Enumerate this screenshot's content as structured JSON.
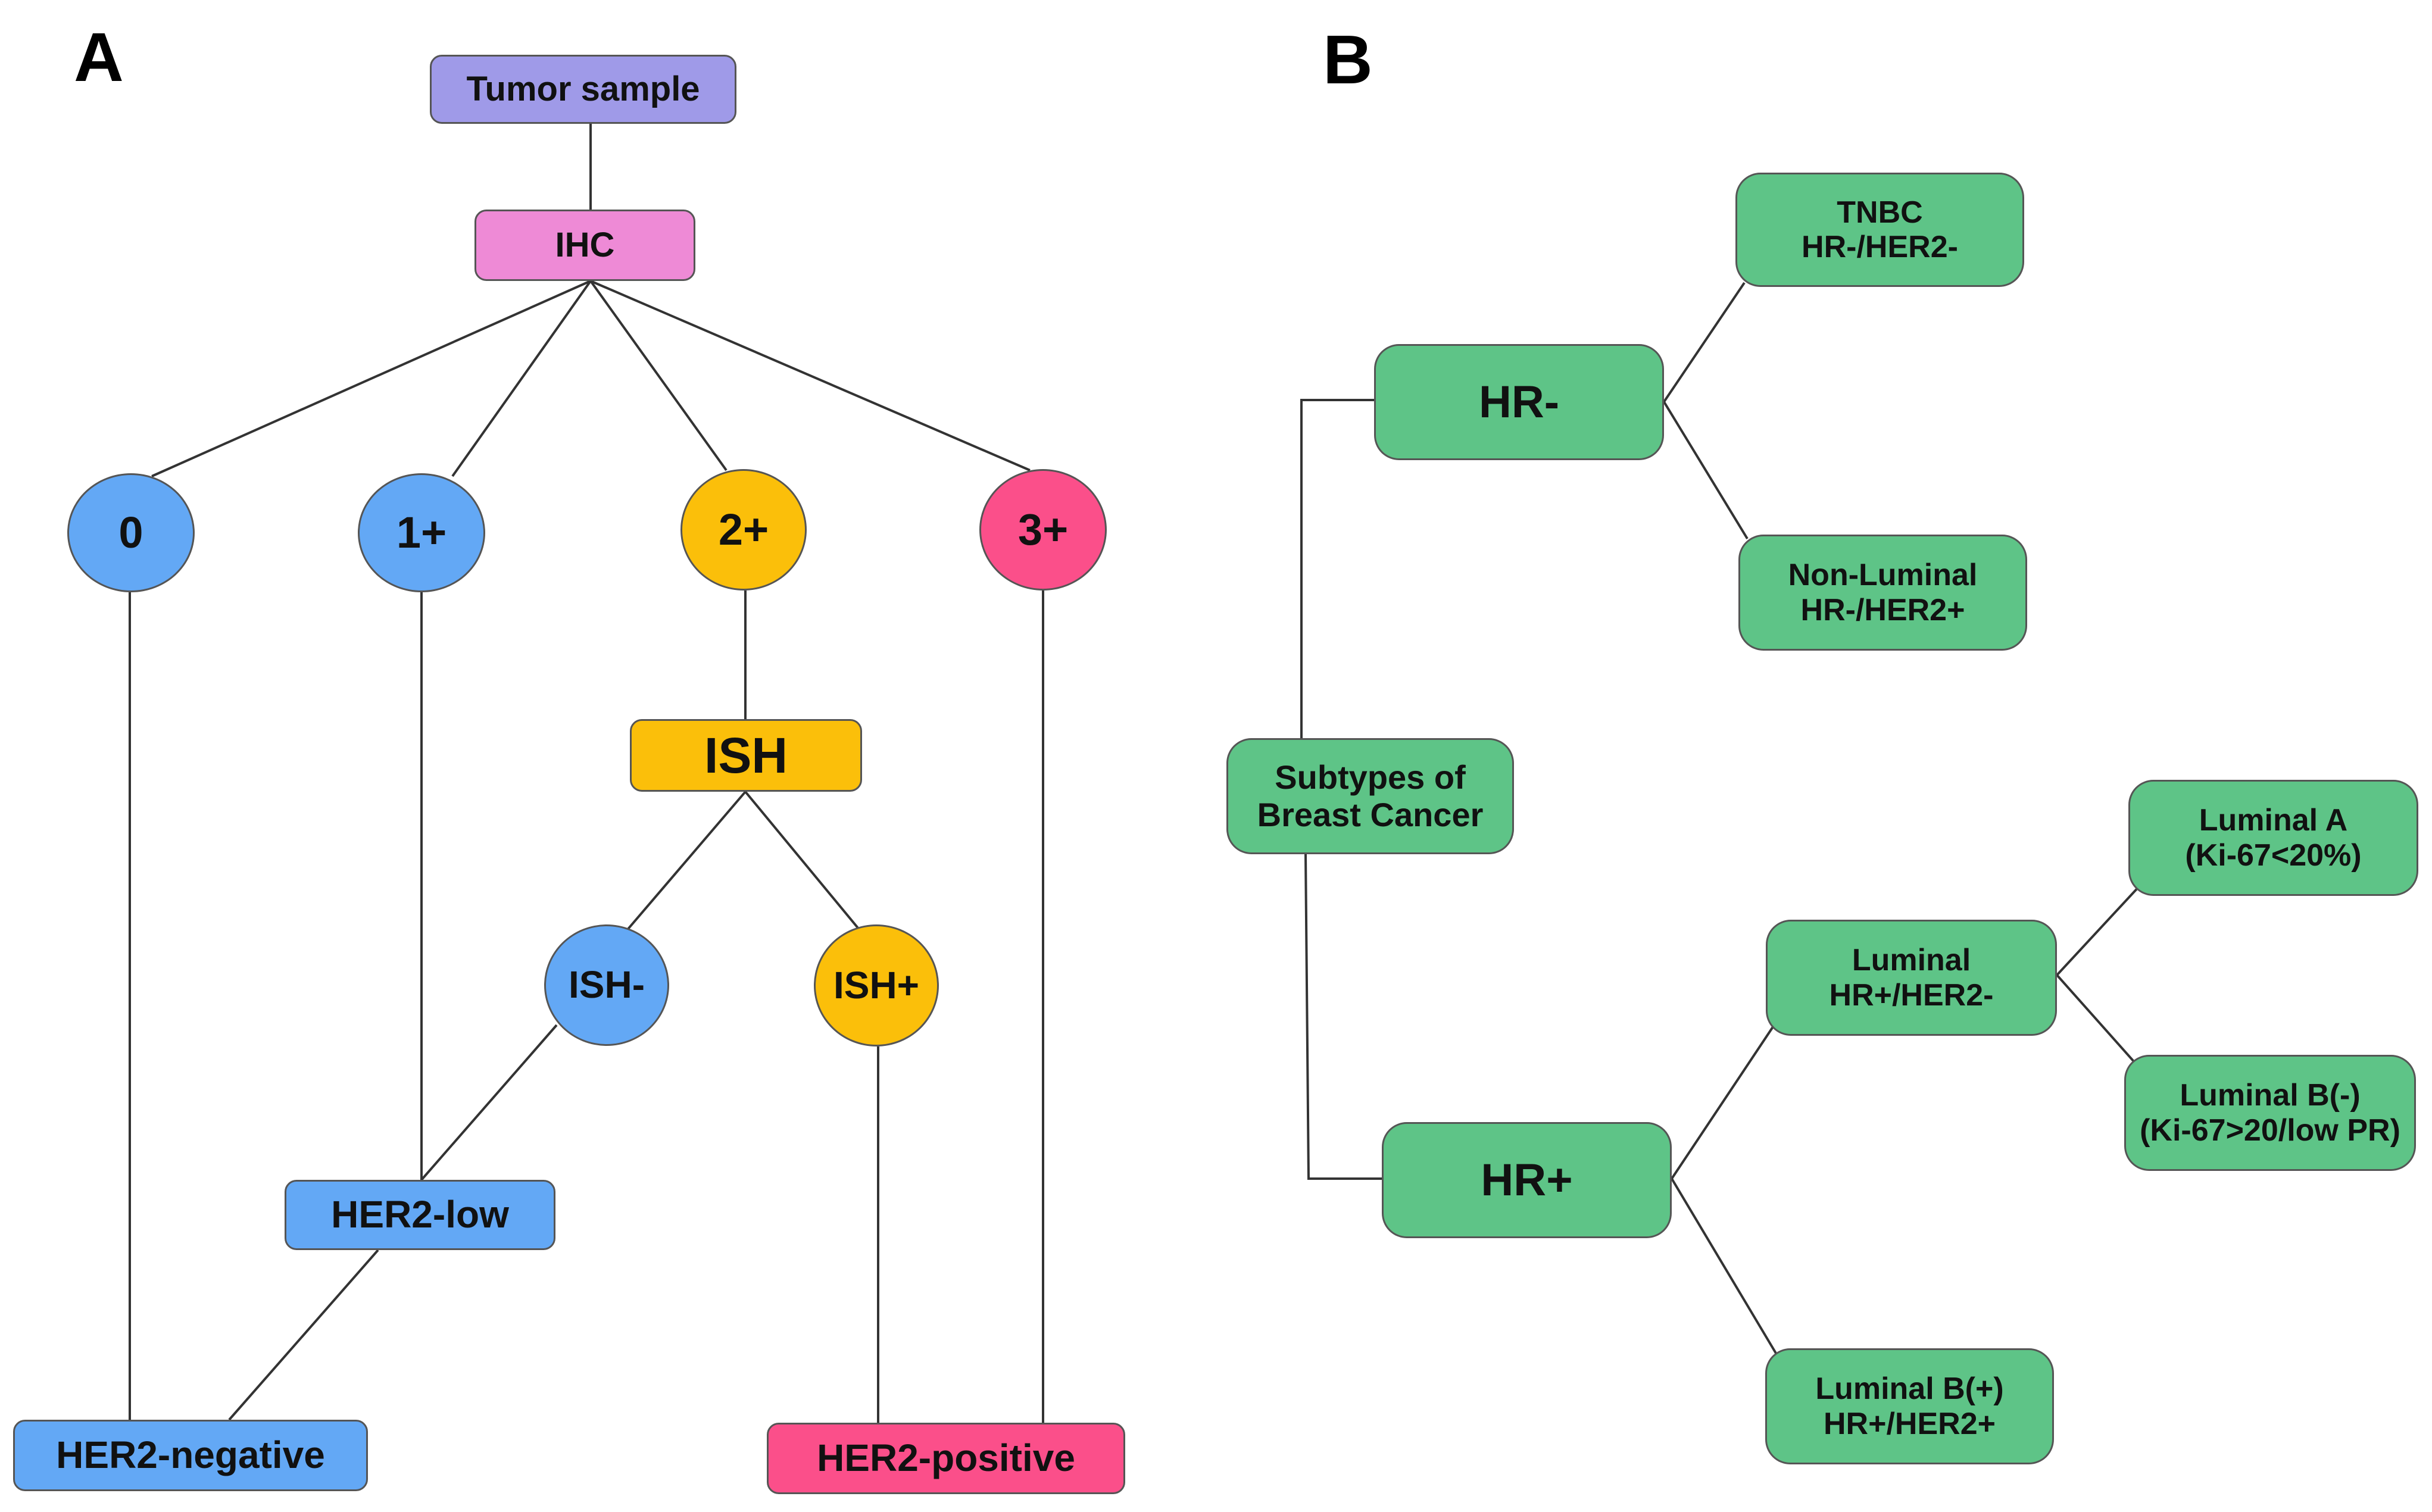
{
  "panel_a": {
    "letter": "A",
    "nodes": {
      "tumor_sample": "Tumor sample",
      "ihc": "IHC",
      "score_0": "0",
      "score_1": "1+",
      "score_2": "2+",
      "score_3": "3+",
      "ish": "ISH",
      "ish_neg": "ISH-",
      "ish_pos": "ISH+",
      "her2_low": "HER2-low",
      "her2_negative": "HER2-negative",
      "her2_positive": "HER2-positive"
    }
  },
  "panel_b": {
    "letter": "B",
    "nodes": {
      "subtypes": [
        "Subtypes of",
        "Breast Cancer"
      ],
      "hr_neg": "HR-",
      "hr_pos": "HR+",
      "tnbc": [
        "TNBC",
        "HR-/HER2-"
      ],
      "non_luminal": [
        "Non-Luminal",
        "HR-/HER2+"
      ],
      "luminal": [
        "Luminal",
        "HR+/HER2-"
      ],
      "luminal_a": [
        "Luminal A",
        "(Ki-67<20%)"
      ],
      "luminal_b_neg": [
        "Luminal B(-)",
        "(Ki-67>20/low PR)"
      ],
      "luminal_b_pos": [
        "Luminal B(+)",
        "HR+/HER2+"
      ]
    }
  },
  "colors": {
    "tumor_sample": "#9f9ae8",
    "ihc": "#ee8ad6",
    "her2_negative_group": "#63a8f5",
    "equivocal_group": "#fbbf0a",
    "her2_positive_group": "#fb4f8a",
    "subtype_nodes": "#5ec487",
    "connector": "#333333"
  }
}
